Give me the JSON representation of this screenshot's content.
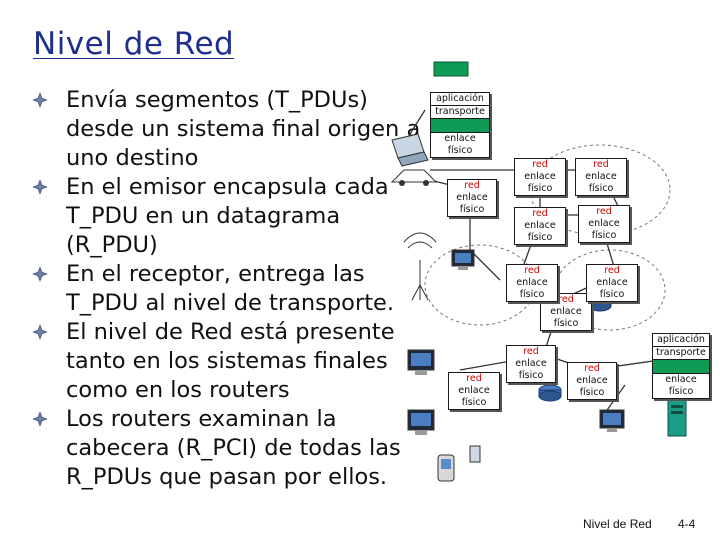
{
  "slide": {
    "title": "Nivel de Red",
    "bullets": [
      "Envía segmentos (T_PDUs) desde un sistema final origen a uno destino",
      "En el emisor encapsula cada T_PDU en un datagrama (R_PDU)",
      " En el receptor, entrega las T_PDU al nivel de transporte.",
      "El nivel de Red está presente tanto en los sistemas finales como en los routers",
      "Los routers examinan la cabecera (R_PCI) de todas las R_PDUs que pasan por ellos."
    ],
    "footer_label": "Nivel de Red",
    "page_number": "4-4"
  },
  "stack_labels": {
    "app": "aplicación",
    "transport": "transporte",
    "network": "red",
    "link": "enlace",
    "physical": "físico"
  },
  "colors": {
    "title": "#1f2f8f",
    "network_label": "#d40000",
    "highlight": "#0d9b55",
    "bullet": "#6b7fa6"
  }
}
